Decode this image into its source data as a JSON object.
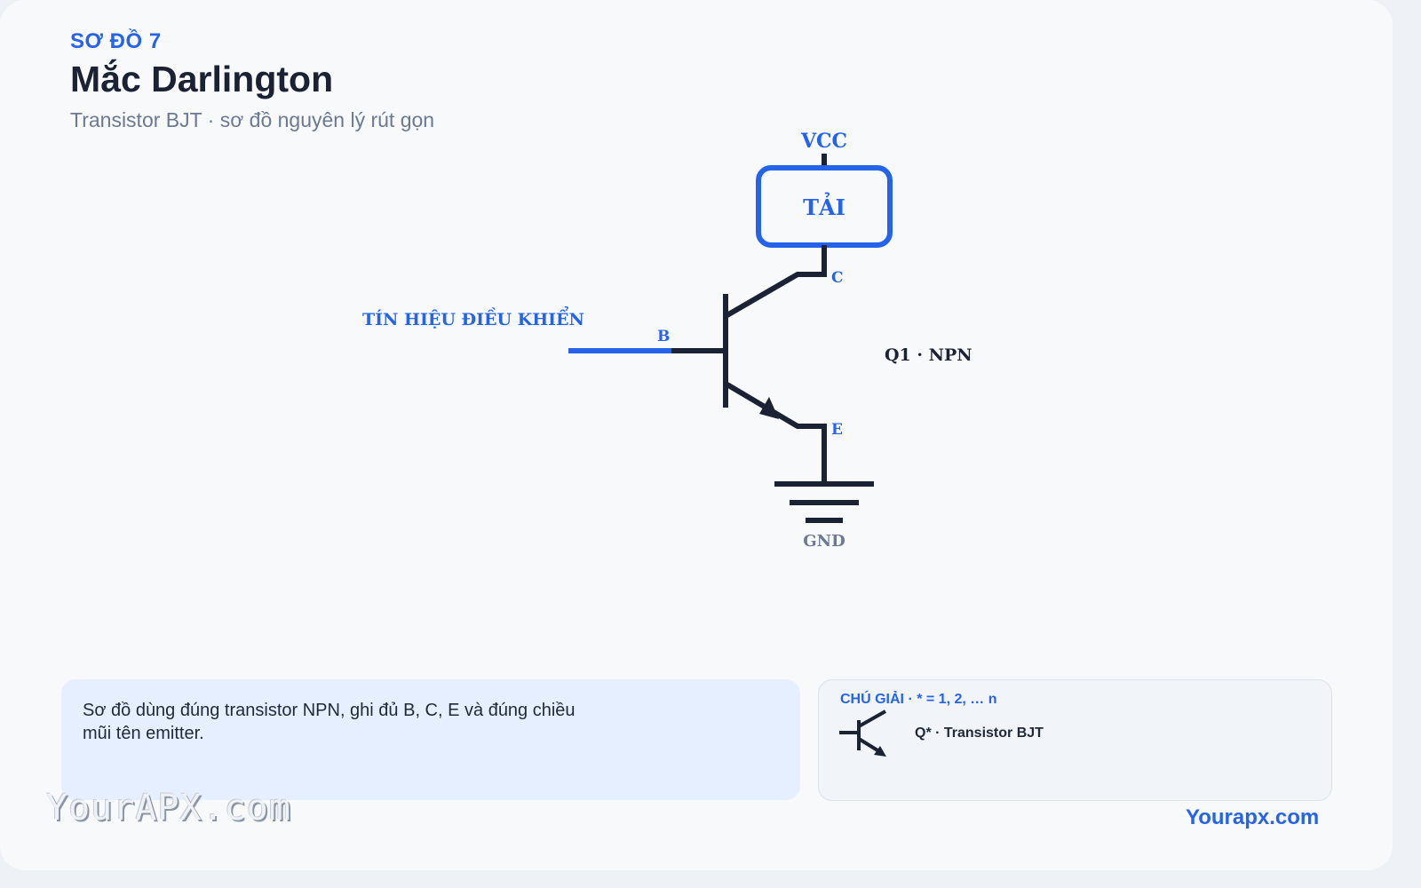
{
  "header": {
    "eyebrow": "SƠ ĐỒ 7",
    "title": "Mắc Darlington",
    "subtitle": "Transistor BJT · sơ đồ nguyên lý rút gọn"
  },
  "diagram": {
    "vcc_label": "VCC",
    "load_label": "TẢI",
    "collector_label": "C",
    "base_label": "B",
    "emitter_label": "E",
    "gnd_label": "GND",
    "input_label": "TÍN HIỆU ĐIỀU KHIỂN",
    "transistor_label": "Q1 · NPN"
  },
  "note": {
    "text": "Sơ đồ dùng đúng transistor NPN, ghi đủ B, C, E và đúng chiều mũi tên emitter."
  },
  "legend": {
    "title": "CHÚ GIẢI · * = 1, 2, … n",
    "item_label": "Q* · Transistor BJT",
    "item_icon": "bjt-npn-icon"
  },
  "footer": {
    "watermark": "YourAPX.com",
    "brand": "Yourapx.com"
  },
  "colors": {
    "accent": "#2563eb",
    "wire": "#1a2233",
    "muted": "#6b7a90",
    "note_bg": "#e6efff"
  }
}
